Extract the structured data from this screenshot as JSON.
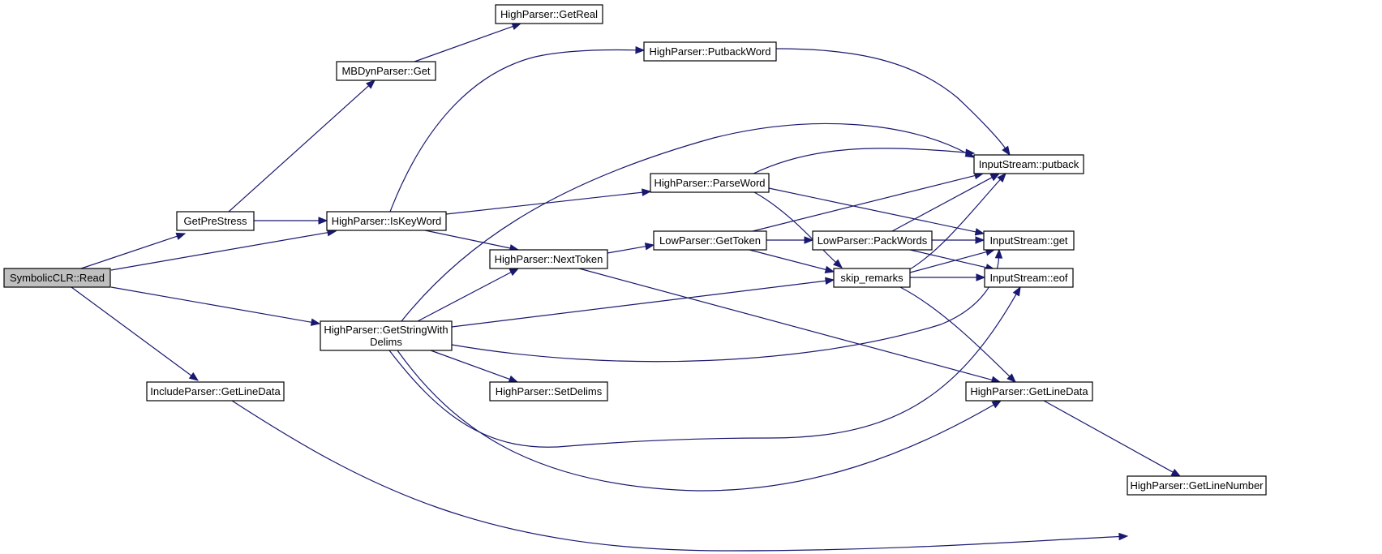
{
  "graph": {
    "colors": {
      "edge": "#191970",
      "root_fill": "#bfbfbf",
      "node_fill": "#ffffff",
      "border": "#000000"
    },
    "nodes": [
      {
        "id": "read",
        "lines": [
          "SymbolicCLR::Read"
        ],
        "root": true
      },
      {
        "id": "getprestress",
        "lines": [
          "GetPreStress"
        ]
      },
      {
        "id": "includeparser_getlinedata",
        "lines": [
          "IncludeParser::GetLineData"
        ]
      },
      {
        "id": "mbdynparser_get",
        "lines": [
          "MBDynParser::Get"
        ]
      },
      {
        "id": "highparser_getreal",
        "lines": [
          "HighParser::GetReal"
        ]
      },
      {
        "id": "highparser_iskeyword",
        "lines": [
          "HighParser::IsKeyWord"
        ]
      },
      {
        "id": "highparser_getstringwithdelims",
        "lines": [
          "HighParser::GetStringWith",
          "Delims"
        ]
      },
      {
        "id": "highparser_putbackword",
        "lines": [
          "HighParser::PutbackWord"
        ]
      },
      {
        "id": "highparser_parseword",
        "lines": [
          "HighParser::ParseWord"
        ]
      },
      {
        "id": "highparser_nexttoken",
        "lines": [
          "HighParser::NextToken"
        ]
      },
      {
        "id": "highparser_setdelims",
        "lines": [
          "HighParser::SetDelims"
        ]
      },
      {
        "id": "lowparser_gettoken",
        "lines": [
          "LowParser::GetToken"
        ]
      },
      {
        "id": "lowparser_packwords",
        "lines": [
          "LowParser::PackWords"
        ]
      },
      {
        "id": "skip_remarks",
        "lines": [
          "skip_remarks"
        ]
      },
      {
        "id": "inputstream_putback",
        "lines": [
          "InputStream::putback"
        ]
      },
      {
        "id": "inputstream_get",
        "lines": [
          "InputStream::get"
        ]
      },
      {
        "id": "inputstream_eof",
        "lines": [
          "InputStream::eof"
        ]
      },
      {
        "id": "highparser_getlinedata",
        "lines": [
          "HighParser::GetLineData"
        ]
      },
      {
        "id": "highparser_getlinenumber",
        "lines": [
          "HighParser::GetLineNumber"
        ]
      }
    ],
    "edges": [
      [
        "read",
        "getprestress"
      ],
      [
        "read",
        "highparser_iskeyword"
      ],
      [
        "read",
        "highparser_getstringwithdelims"
      ],
      [
        "read",
        "includeparser_getlinedata"
      ],
      [
        "getprestress",
        "mbdynparser_get"
      ],
      [
        "getprestress",
        "highparser_iskeyword"
      ],
      [
        "mbdynparser_get",
        "highparser_getreal"
      ],
      [
        "highparser_iskeyword",
        "highparser_putbackword"
      ],
      [
        "highparser_iskeyword",
        "highparser_parseword"
      ],
      [
        "highparser_iskeyword",
        "highparser_nexttoken"
      ],
      [
        "highparser_putbackword",
        "inputstream_putback"
      ],
      [
        "highparser_parseword",
        "inputstream_putback"
      ],
      [
        "highparser_parseword",
        "inputstream_get"
      ],
      [
        "highparser_parseword",
        "skip_remarks"
      ],
      [
        "highparser_nexttoken",
        "lowparser_gettoken"
      ],
      [
        "highparser_nexttoken",
        "highparser_getlinedata"
      ],
      [
        "lowparser_gettoken",
        "inputstream_putback"
      ],
      [
        "lowparser_gettoken",
        "lowparser_packwords"
      ],
      [
        "lowparser_gettoken",
        "skip_remarks"
      ],
      [
        "lowparser_packwords",
        "inputstream_putback"
      ],
      [
        "lowparser_packwords",
        "inputstream_get"
      ],
      [
        "lowparser_packwords",
        "inputstream_eof"
      ],
      [
        "skip_remarks",
        "inputstream_putback"
      ],
      [
        "skip_remarks",
        "inputstream_get"
      ],
      [
        "skip_remarks",
        "inputstream_eof"
      ],
      [
        "skip_remarks",
        "highparser_getlinedata"
      ],
      [
        "highparser_getstringwithdelims",
        "inputstream_putback"
      ],
      [
        "highparser_getstringwithdelims",
        "highparser_nexttoken"
      ],
      [
        "highparser_getstringwithdelims",
        "skip_remarks"
      ],
      [
        "highparser_getstringwithdelims",
        "inputstream_get"
      ],
      [
        "highparser_getstringwithdelims",
        "highparser_setdelims"
      ],
      [
        "highparser_getstringwithdelims",
        "inputstream_eof"
      ],
      [
        "highparser_getstringwithdelims",
        "highparser_getlinedata"
      ],
      [
        "highparser_getlinedata",
        "highparser_getlinenumber"
      ],
      [
        "includeparser_getlinedata",
        "highparser_getlinenumber"
      ]
    ]
  }
}
